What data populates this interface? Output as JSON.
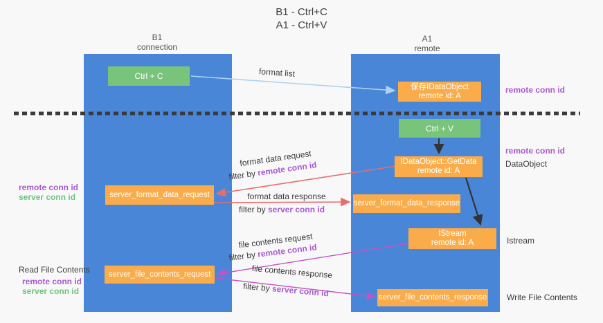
{
  "title": {
    "line1": "B1 - Ctrl+C",
    "line2": "A1 - Ctrl+V"
  },
  "lanes": {
    "left": {
      "name": "B1",
      "role": "connection"
    },
    "right": {
      "name": "A1",
      "role": "remote"
    }
  },
  "nodes": {
    "ctrl_c": {
      "label": "Ctrl + C"
    },
    "ctrl_v": {
      "label": "Ctrl + V"
    },
    "save_dataobject": {
      "line1": "保存IDataObject",
      "line2": "remote id: A"
    },
    "getdata": {
      "line1": "IDataObject::GetData",
      "line2": "remote id: A"
    },
    "istream": {
      "line1": "IStream",
      "line2": "remote id: A"
    },
    "server_format_data_request": {
      "label": "server_format_data_request"
    },
    "server_format_data_response": {
      "label": "server_format_data_response"
    },
    "server_file_contents_request": {
      "label": "server_file_contents_request"
    },
    "server_file_contents_response": {
      "label": "server_file_contents_response"
    }
  },
  "edge_labels": {
    "format_list": "format list",
    "format_data_request": "format data request",
    "format_data_request_filter_prefix": "filter by ",
    "format_data_request_filter_key": "remote conn id",
    "format_data_response": "format data response",
    "format_data_response_filter_prefix": "filter by ",
    "format_data_response_filter_key": "server conn id",
    "file_contents_request": "file contents request",
    "file_contents_request_filter_prefix": "filter by ",
    "file_contents_request_filter_key": "remote conn id",
    "file_contents_response": "file contents response",
    "file_contents_response_filter_prefix": "filter by ",
    "file_contents_response_filter_key": "server conn id"
  },
  "annotations": {
    "right_remote_conn_id_top": "remote conn id",
    "right_remote_conn_id_mid": "remote conn id",
    "right_dataobject": "DataObject",
    "right_istream": "Istream",
    "right_write_file_contents": "Write File Contents",
    "left_remote_conn_id_mid": "remote conn id",
    "left_server_conn_id_mid": "server conn id",
    "left_read_file_contents": "Read File Contents",
    "left_remote_conn_id_bottom": "remote conn id",
    "left_server_conn_id_bottom": "server conn id"
  },
  "colors": {
    "lane_blue": "#4a86d8",
    "node_green": "#79c47b",
    "node_orange": "#f9ac49",
    "text_purple": "#a85ad0",
    "text_green": "#6cc579",
    "arrow_lightblue": "#a9d3f0",
    "arrow_red": "#e76d6d",
    "arrow_magenta": "#c750c8",
    "arrow_black": "#333333",
    "separator": "#3a3a3a",
    "background": "#f8f8f8"
  }
}
